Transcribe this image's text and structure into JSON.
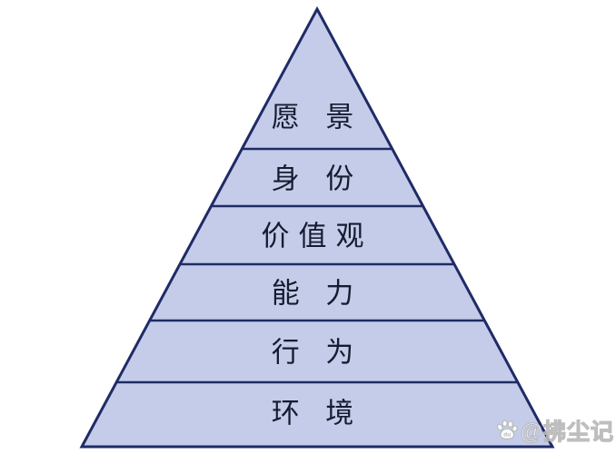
{
  "pyramid": {
    "levels": [
      {
        "id": "vision",
        "label": "愿 景"
      },
      {
        "id": "identity",
        "label": "身 份"
      },
      {
        "id": "values",
        "label": "价值观"
      },
      {
        "id": "capability",
        "label": "能 力"
      },
      {
        "id": "behavior",
        "label": "行 为"
      },
      {
        "id": "environment",
        "label": "环 境"
      }
    ],
    "colors": {
      "fill": "#c4cce9",
      "outline": "#1e2b66",
      "text": "#161c30",
      "background": "#ffffff"
    }
  },
  "watermark": {
    "icon": "baidu-paw-icon",
    "icon_text": "du",
    "text": "@拂尘记"
  }
}
